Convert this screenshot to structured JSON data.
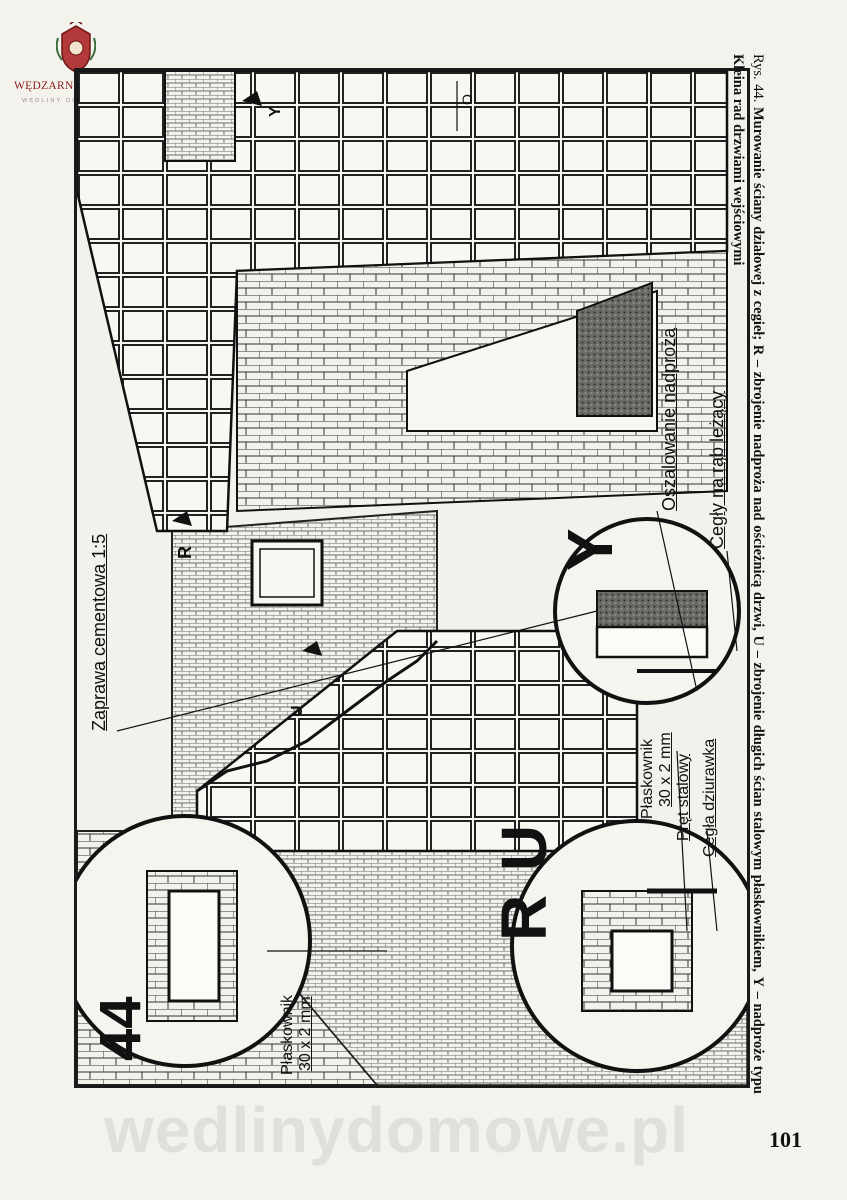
{
  "header": {
    "logo_name": "WĘDZARNICZA BRAĆ",
    "logo_sub": "WĘDLINY DOMOWE.PL",
    "brand_color": "#8c1d1d"
  },
  "figure": {
    "number": "44",
    "label_zaprawa": "Zaprawa cementowa 1:5",
    "label_oszalowanie": "Oszalowanie nadproża",
    "label_cegly_rab": "Cegły na rąb leżący",
    "label_plaskownik": "Płaskownik",
    "label_plaskownik_size": "30 x 2 mm",
    "label_pret": "Pręt stalowy",
    "label_cegla_dziurawka": "Cegła dziurawka",
    "label_plaskownik_2": "Płaskownik",
    "label_plaskownik_2_size": "30 x 2 mm",
    "marker_r": "R",
    "marker_u": "U",
    "marker_y": "Y",
    "marker_r_big": "R",
    "marker_u_big": "U",
    "marker_y_big": "Y",
    "marker_o": "O",
    "icon": "brick-wall-illustration"
  },
  "caption": {
    "prefix": "Rys. 44.",
    "text_1": "Murowanie ściany działowej z cegieł;",
    "r_key": "R",
    "text_r": "– zbrojenie nadproża nad ościeżnicą drzwi,",
    "u_key": "U",
    "text_u": "– zbrojenie długich ścian stalowym płaskownikiem,",
    "y_key": "Y",
    "text_y": "– nadproże typu Kleina rad drzwiami wejściowymi"
  },
  "page": {
    "number": "101",
    "watermark": "wedlinydomowe.pl"
  }
}
